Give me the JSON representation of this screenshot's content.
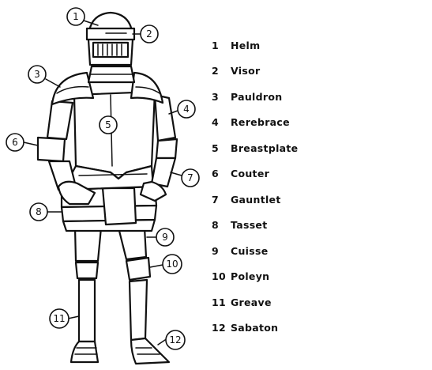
{
  "callouts": [
    {
      "num": "1",
      "label": "Helm"
    },
    {
      "num": "2",
      "label": "Visor"
    },
    {
      "num": "3",
      "label": "Pauldron"
    },
    {
      "num": "4",
      "label": "Rerebrace"
    },
    {
      "num": "5",
      "label": "Breastplate"
    },
    {
      "num": "6",
      "label": "Couter"
    },
    {
      "num": "7",
      "label": "Gauntlet"
    },
    {
      "num": "8",
      "label": "Tasset"
    },
    {
      "num": "9",
      "label": "Cuisse"
    },
    {
      "num": "10",
      "label": "Poleyn"
    },
    {
      "num": "11",
      "label": "Greave"
    },
    {
      "num": "12",
      "label": "Sabaton"
    }
  ]
}
